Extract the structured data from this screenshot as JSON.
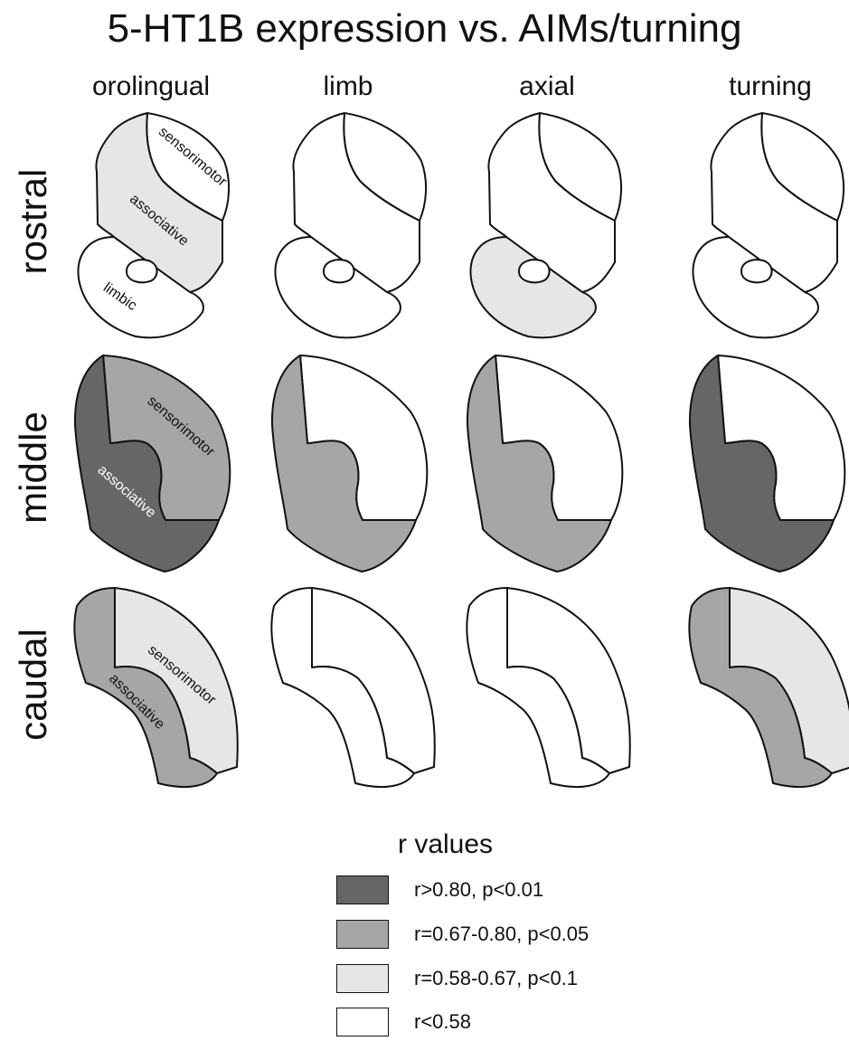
{
  "title": "5-HT1B expression vs. AIMs/turning",
  "columns": [
    "orolingual",
    "limb",
    "axial",
    "turning"
  ],
  "rows": [
    "rostral",
    "middle",
    "caudal"
  ],
  "region_labels": {
    "rostral": [
      "sensorimotor",
      "associative",
      "limbic"
    ],
    "middle": [
      "sensorimotor",
      "associative"
    ],
    "caudal": [
      "sensorimotor",
      "associative"
    ]
  },
  "legend": {
    "title": "r values",
    "items": [
      {
        "label": "r>0.80, p<0.01",
        "color": "#666666"
      },
      {
        "label": "r=0.67-0.80, p<0.05",
        "color": "#a6a6a6"
      },
      {
        "label": "r=0.58-0.67, p<0.1",
        "color": "#e6e6e6"
      },
      {
        "label": "r<0.58",
        "color": "#ffffff"
      }
    ]
  },
  "shading": {
    "rostral": {
      "orolingual": {
        "sensorimotor": "r<0.58",
        "associative": "r=0.58-0.67, p<0.1",
        "limbic": "r<0.58"
      },
      "limb": {
        "sensorimotor": "r<0.58",
        "associative": "r<0.58",
        "limbic": "r<0.58"
      },
      "axial": {
        "sensorimotor": "r<0.58",
        "associative": "r<0.58",
        "limbic": "r=0.58-0.67, p<0.1"
      },
      "turning": {
        "sensorimotor": "r<0.58",
        "associative": "r<0.58",
        "limbic": "r<0.58"
      }
    },
    "middle": {
      "orolingual": {
        "sensorimotor": "r=0.67-0.80, p<0.05",
        "associative": "r>0.80, p<0.01"
      },
      "limb": {
        "sensorimotor": "r<0.58",
        "associative": "r=0.67-0.80, p<0.05"
      },
      "axial": {
        "sensorimotor": "r<0.58",
        "associative": "r=0.67-0.80, p<0.05"
      },
      "turning": {
        "sensorimotor": "r<0.58",
        "associative": "r>0.80, p<0.01"
      }
    },
    "caudal": {
      "orolingual": {
        "sensorimotor": "r=0.58-0.67, p<0.1",
        "associative": "r=0.67-0.80, p<0.05"
      },
      "limb": {
        "sensorimotor": "r<0.58",
        "associative": "r<0.58"
      },
      "axial": {
        "sensorimotor": "r<0.58",
        "associative": "r<0.58"
      },
      "turning": {
        "sensorimotor": "r=0.58-0.67, p<0.1",
        "associative": "r=0.67-0.80, p<0.05"
      }
    }
  }
}
